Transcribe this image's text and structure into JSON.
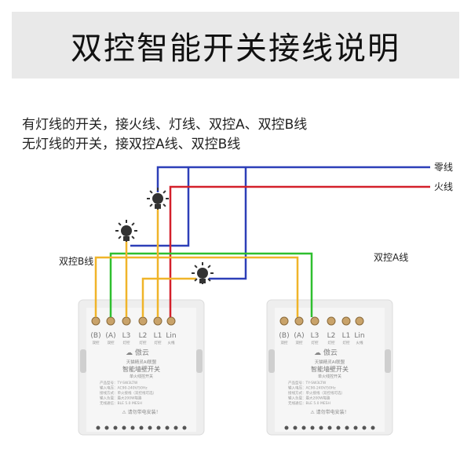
{
  "title": "双控智能开关接线说明",
  "description": [
    "有灯线的开关，接火线、灯线、双控A、双控B线",
    "无灯线的开关，接双控A线、双控B线"
  ],
  "wire_labels": {
    "neutral": "零线",
    "live": "火线",
    "control_a": "双控A线",
    "control_b": "双控B线"
  },
  "colors": {
    "neutral": "#2d3fb8",
    "live": "#d4202a",
    "control_a": "#2fbf2f",
    "control_b": "#f0b429",
    "lamp_wire": "#f0b429",
    "bulb": "#333333"
  },
  "switch": {
    "terminals": [
      {
        "label": "(B)",
        "sub": "双控"
      },
      {
        "label": "(A)",
        "sub": "双控"
      },
      {
        "label": "L3",
        "sub": "灯控"
      },
      {
        "label": "L2",
        "sub": "灯控"
      },
      {
        "label": "L1",
        "sub": "灯控"
      },
      {
        "label": "Lin",
        "sub": "火线"
      }
    ],
    "brand": "傲云",
    "alliance": "天猫精灵AI联盟",
    "product": "智能墙壁开关",
    "subtitle": "单火线控开关",
    "specs": [
      "产品型号：TY-SW3LTW",
      "输入电压：AC90-240V/50Hz",
      "接线方式：单火接线（双控线可选）",
      "输入负载：最大200W每路",
      "无线通信：BLE 5.0 MESH"
    ],
    "warning": "请勿带电安装！"
  }
}
